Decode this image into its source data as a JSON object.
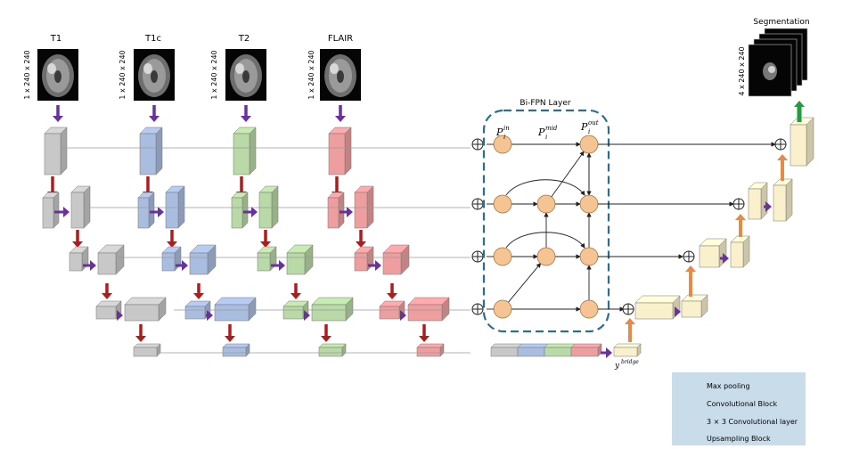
{
  "inputs": [
    {
      "label": "T1",
      "dim": "1 x 240 x 240"
    },
    {
      "label": "T1c",
      "dim": "1 x 240 x 240"
    },
    {
      "label": "T2",
      "dim": "1 x 240 x 240"
    },
    {
      "label": "FLAIR",
      "dim": "1 x 240 x 240"
    }
  ],
  "output": {
    "label": "Segmentation",
    "dim": "4 x 240 x 240"
  },
  "bifpn": {
    "title": "Bi-FPN Layer",
    "p_in_base": "P",
    "p_in_sub": "i",
    "p_in_sup": "in",
    "p_mid_base": "P",
    "p_mid_sub": "i",
    "p_mid_sup": "mid",
    "p_out_base": "P",
    "p_out_sub": "i",
    "p_out_sup": "out"
  },
  "bridge": {
    "base": "y",
    "sup": "bridge"
  },
  "legend": [
    {
      "label": "Max pooling",
      "color": "#b01c1c"
    },
    {
      "label": "Convolutional  Block",
      "color": "#6a2fa0"
    },
    {
      "label": "3 × 3 Convolutional layer",
      "color": "#1e9e3e"
    },
    {
      "label": "Upsampling Block",
      "color": "#e8894a"
    }
  ],
  "colors": {
    "T1": "#c8c8c8",
    "T1c": "#a9bde0",
    "T2": "#b9d9a6",
    "FLAIR": "#ef9ea0",
    "decoder": "#faf0cc",
    "node": "#f6c493",
    "bifpn_border": "#2a6f8f",
    "legend_bg": "#c9dcea"
  }
}
